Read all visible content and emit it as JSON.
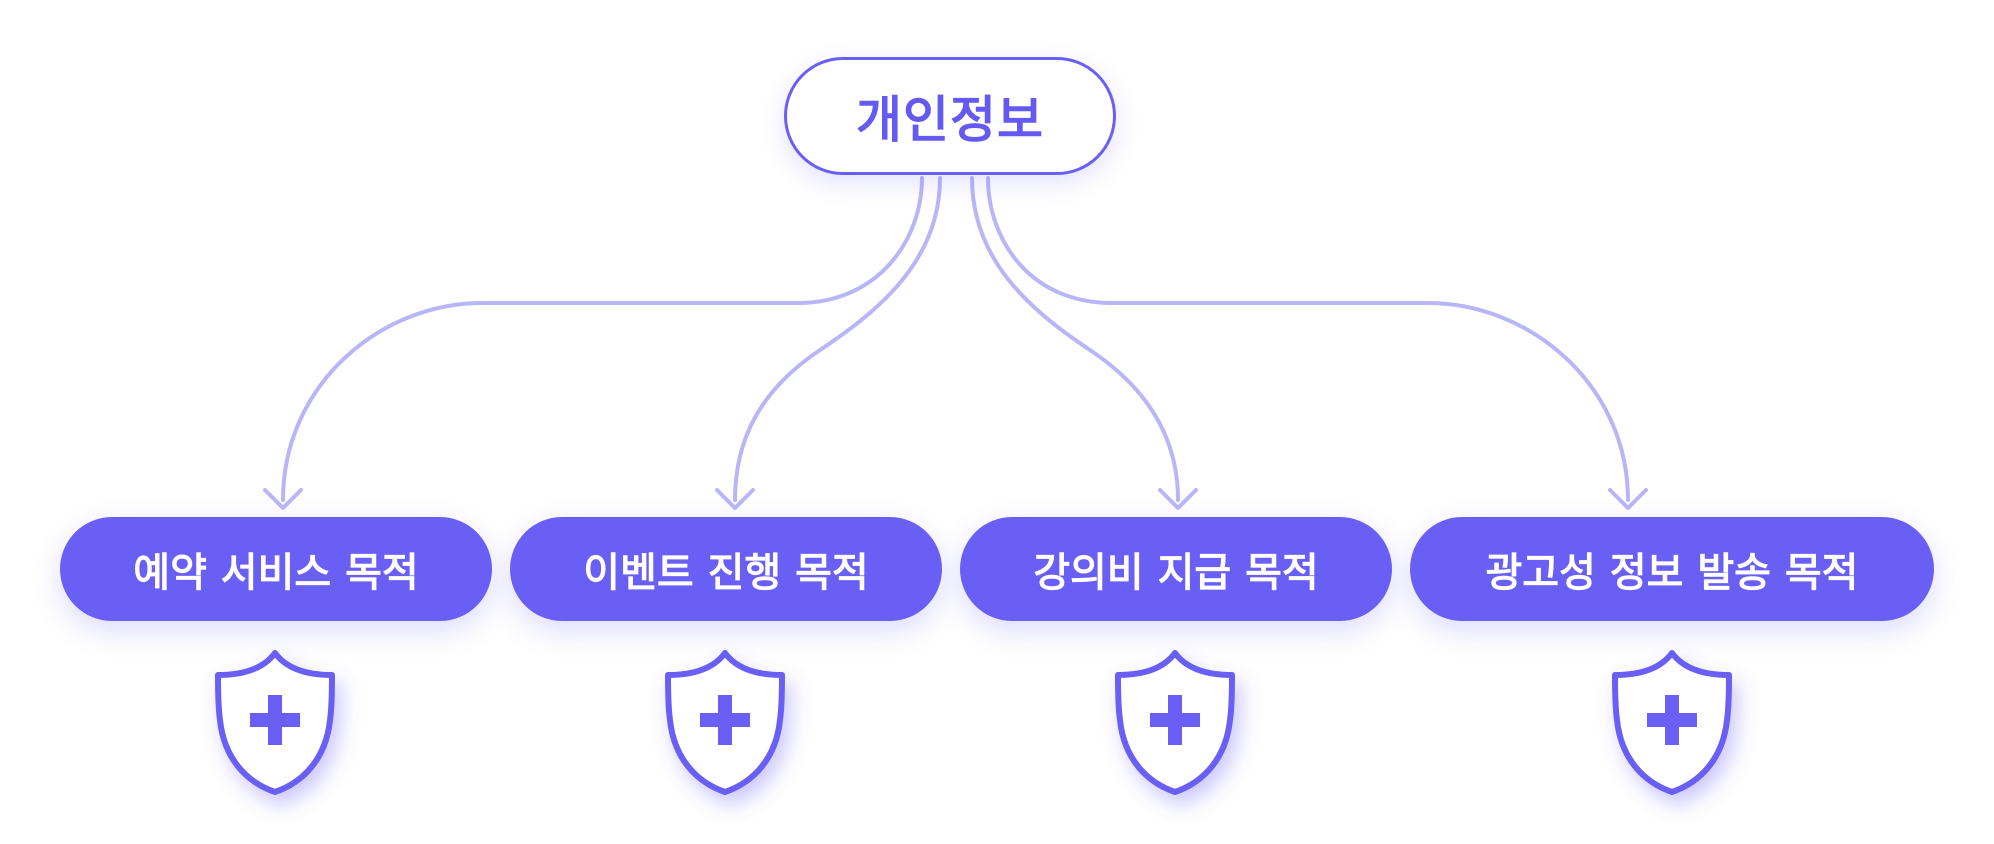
{
  "root": {
    "label": "개인정보"
  },
  "purposes": [
    {
      "label": "예약 서비스 목적",
      "icon": "shield-plus-icon"
    },
    {
      "label": "이벤트 진행 목적",
      "icon": "shield-plus-icon"
    },
    {
      "label": "강의비 지급 목적",
      "icon": "shield-plus-icon"
    },
    {
      "label": "광고성 정보 발송 목적",
      "icon": "shield-plus-icon"
    }
  ],
  "colors": {
    "accent": "#6a5ff5",
    "connector": "#b9b6f7",
    "text_on_accent": "#ffffff",
    "background": "#ffffff"
  }
}
